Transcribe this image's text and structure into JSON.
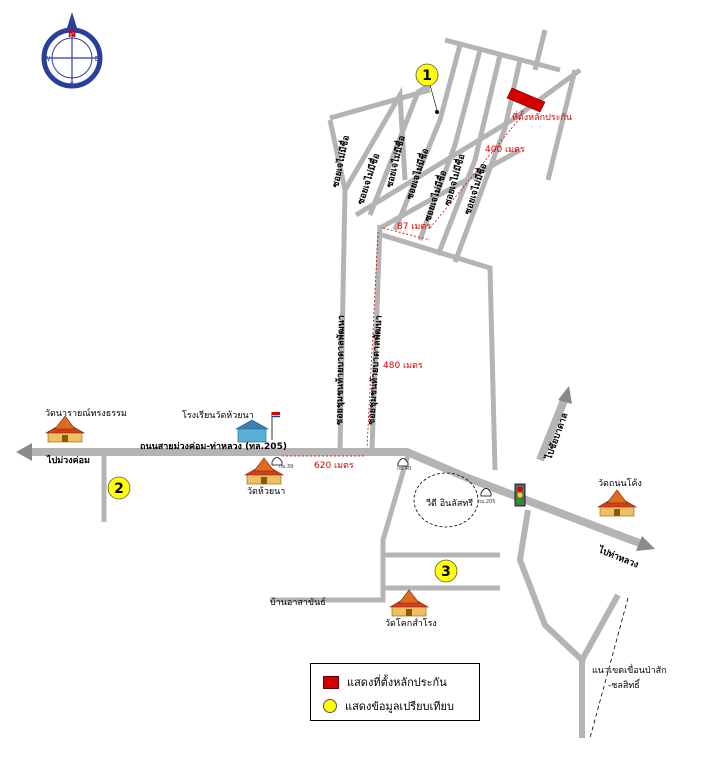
{
  "compass": {
    "n": "N",
    "s": "S",
    "e": "E",
    "w": "W"
  },
  "markers": [
    "1",
    "2",
    "3"
  ],
  "roads": {
    "soi_labels": [
      "ซอยเจไม่มีชื่อ",
      "ซอยเจไม่มีชื่อ",
      "ซอยเจไม่มีชื่อ",
      "ซอยเจไม่มีชื่อ",
      "ซอยเจไม่มีชื่อ",
      "ซอยเจไม่มีชื่อ",
      "ซอยเจไม่มีชื่อ"
    ],
    "soi_long_1": "ซอยชุมชนท้ายบาดาลพัฒนา",
    "soi_long_2": "ซอยชุมชนท้ายบาดาลพัฒนา",
    "main_road": "ถนนสายม่วงค่อม-ท่าหลวง (ทล.205)",
    "to_muang_khom": "ไปม่วงค่อม",
    "to_tha_luang": "ไปท่าหลวง",
    "to_lop_buri": "ไปชัยบาดาล",
    "ban_a": "บ้านอาสาขันธ์",
    "dam": "แนวเขตเขื่อนป่าสัก\n-ชลสิทธิ์",
    "dam_line1": "แนวเขตเขื่อนป่าสัก",
    "dam_line2": "-ชลสิทธิ์",
    "circle_label": "วีดี อินลัสทรี"
  },
  "distances": {
    "d400": "400 เมตร",
    "d87": "87 เมตร",
    "d480": "480 เมตร",
    "d620": "620 เมตร"
  },
  "places": {
    "collateral": "ที่ตั้งหลักประกัน",
    "wat_narai": "วัดนารายณ์ทรงธรรม",
    "school": "โรงเรียนวัดห้วยนา",
    "wat_huai_na": "วัดห้วยนา",
    "wat_thanon_kong": "วัดถนนโค้ง",
    "wat_khok_samrong": "วัดโคกสำโรง"
  },
  "km_posts": [
    "กม.39",
    "กม.40",
    "กม.205"
  ],
  "legend": {
    "collateral_label": "แสดงที่ตั้งหลักประกัน",
    "comparison_label": "แสดงข้อมูลเปรียบเทียบ"
  },
  "colors": {
    "road": "#b4b4b4",
    "red": "#e00000",
    "marker": "#ffff00",
    "compass": "#2a3f9c"
  }
}
